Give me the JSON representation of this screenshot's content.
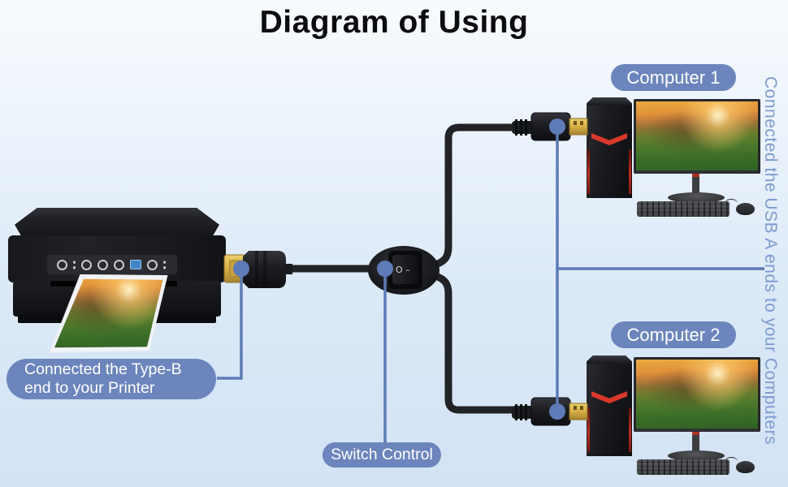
{
  "page": {
    "title": "Diagram of Using"
  },
  "callouts": {
    "computer1_label": "Computer 1",
    "computer2_label": "Computer 2",
    "type_b_line1": "Connected the Type-B",
    "type_b_line2": "end to your Printer",
    "switch_label": "Switch Control",
    "usb_a_label": "Connected the USB A ends to your Computers"
  },
  "illustrations": {
    "printer": "multifunction printer printing a landscape photo",
    "computer1": "desktop tower with monitor, keyboard and mouse",
    "computer2": "desktop tower with monitor, keyboard and mouse",
    "cable": "USB sharing cable: one Type-B end, rocker switch, two USB-A ends",
    "switch_io": "O –"
  },
  "colors": {
    "background_top": "#f8fbfe",
    "background_bottom": "#d3e3f4",
    "pill_background": "#6c85bc",
    "pill_text": "#ffffff",
    "callout_line": "#5d7bb6",
    "vertical_text": "#7e9ad0",
    "title_text": "#0c0c0e",
    "cable_black": "#222327",
    "connector_gold": "#d9b34b",
    "accent_red": "#da382a"
  }
}
